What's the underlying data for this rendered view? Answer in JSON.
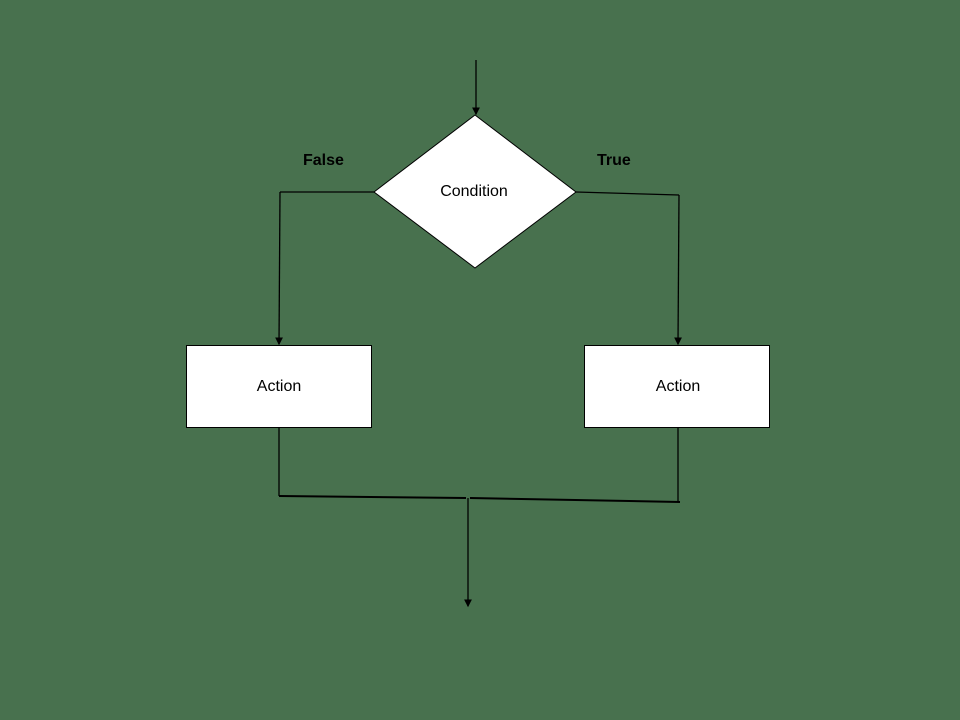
{
  "diagram": {
    "background": "#48714e",
    "decision": {
      "label": "Condition"
    },
    "branches": {
      "false_label": "False",
      "true_label": "True"
    },
    "actions": [
      {
        "label": "Action"
      },
      {
        "label": "Action"
      }
    ]
  }
}
